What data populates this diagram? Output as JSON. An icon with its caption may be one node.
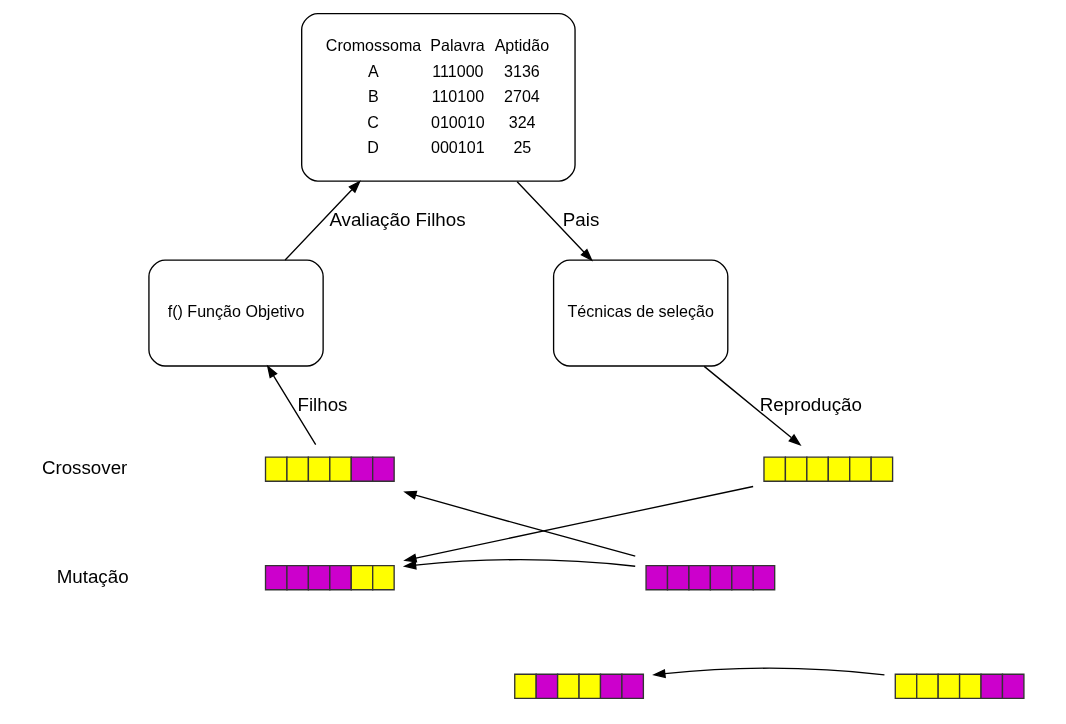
{
  "diagram": {
    "nodes": [
      {
        "text": [
          "Cromossoma",
          "Palavra",
          "Aptidão",
          "A",
          "111000",
          "3136",
          "B",
          "110100",
          "2704",
          "C",
          "010010",
          "324",
          "D",
          "000101",
          "25"
        ]
      },
      {
        "text": [
          "f() Função Objetivo"
        ]
      },
      {
        "text": [
          "Técnicas de seleção"
        ]
      },
      {
        "text": [],
        "shape": "bar"
      },
      {
        "text": [],
        "shape": "bar"
      },
      {
        "text": [],
        "shape": "bar"
      },
      {
        "text": [],
        "shape": "bar"
      },
      {
        "text": [],
        "shape": "bar"
      },
      {
        "text": [],
        "shape": "bar"
      }
    ],
    "edges": [
      {
        "from": 0,
        "to": 2,
        "arrow": "to",
        "label": "Pais"
      },
      {
        "from": 2,
        "to": 6,
        "arrow": "to",
        "label": "Reprodução"
      },
      {
        "from": 4,
        "to": 5,
        "arrow": "to"
      },
      {
        "from": 6,
        "to": 3,
        "arrow": "to"
      },
      {
        "from": 4,
        "to": 3,
        "arrow": "to"
      },
      {
        "from": 8,
        "to": 7,
        "arrow": "to"
      },
      {
        "from": 5,
        "to": 1,
        "arrow": "to",
        "label": "Filhos"
      },
      {
        "from": 1,
        "to": 0,
        "arrow": "to",
        "label": "Avaliação Filhos"
      }
    ],
    "labels": [
      "Crossover",
      "Mutação"
    ]
  }
}
